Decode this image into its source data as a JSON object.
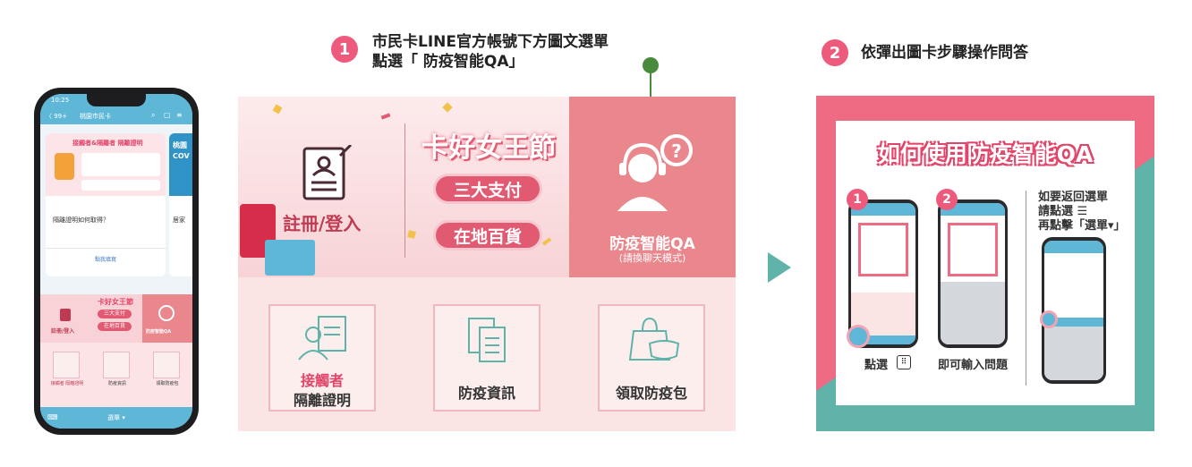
{
  "steps": {
    "step1": {
      "number": "1",
      "line1": "市民卡LINE官方帳號下方圖文選單",
      "line2": "點選「 防疫智能QA」"
    },
    "step2": {
      "number": "2",
      "text": "依彈出圖卡步驟操作問答"
    }
  },
  "phone": {
    "status_time": "10:25",
    "header_back": "〈 99+",
    "header_title": "桃園市民卡",
    "card_banner": "接觸者&隔離者 隔離證明",
    "card_side_title": "桃園 COV",
    "card_side_sub": "居家",
    "card_question": "隔離證明如何取得？",
    "card_link": "點我填寫",
    "menu_title": "卡好女王節",
    "menu_register": "註冊/登入",
    "menu_pay": "三大支付",
    "menu_store": "在地百貨",
    "menu_qa": "防疫智能QA",
    "menu_item1": "接觸者 隔離證明",
    "menu_item2": "防疫資訊",
    "menu_item3": "領取防疫包",
    "bottom_label": "選單 ▾"
  },
  "richmenu": {
    "register": "註冊/登入",
    "festival_title": "卡好女王節",
    "pay_button": "三大支付",
    "store_button": "在地百貨",
    "qa_title": "防疫智能QA",
    "qa_sub": "(請換聊天模式)",
    "tile1_line1": "接觸者",
    "tile1_line2": "隔離證明",
    "tile2": "防疫資訊",
    "tile3": "領取防疫包"
  },
  "guide": {
    "title": "如何使用防疫智能QA",
    "step1_num": "1",
    "step2_num": "2",
    "caption1": "點選",
    "caption2": "即可輸入問題",
    "return_line1": "如要返回選單",
    "return_line2": "請點選 ☰",
    "return_line3": "再點擊「選單▾」"
  },
  "colors": {
    "pink": "#ee5a7c",
    "teal": "#5fb3a8",
    "blue": "#5fb7d8",
    "green": "#4a8a3c"
  },
  "icons": [
    "register-form-icon",
    "qa-headset-icon",
    "contact-person-icon",
    "documents-icon",
    "mask-bag-icon",
    "next-arrow-icon"
  ]
}
